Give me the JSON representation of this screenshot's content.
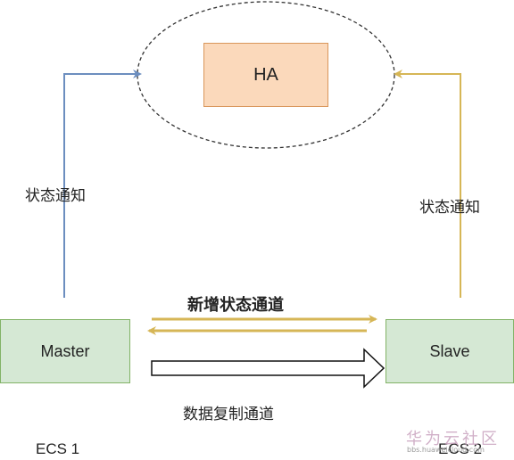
{
  "nodes": {
    "ha": "HA",
    "master": "Master",
    "slave": "Slave"
  },
  "labels": {
    "status_left": "状态通知",
    "status_right": "状态通知",
    "new_channel": "新增状态通道",
    "replicate_channel": "数据复制通道"
  },
  "groups": {
    "ecs1": "ECS 1",
    "ecs2": "ECS 2"
  },
  "watermark": {
    "text": "华为云社区",
    "url": "bbs.huaweicloud.com"
  },
  "colors": {
    "blue_arrow": "#6c8ebf",
    "gold_arrow": "#d6b656",
    "ha_fill": "#fbd9bb",
    "node_fill": "#d5e8d4"
  }
}
